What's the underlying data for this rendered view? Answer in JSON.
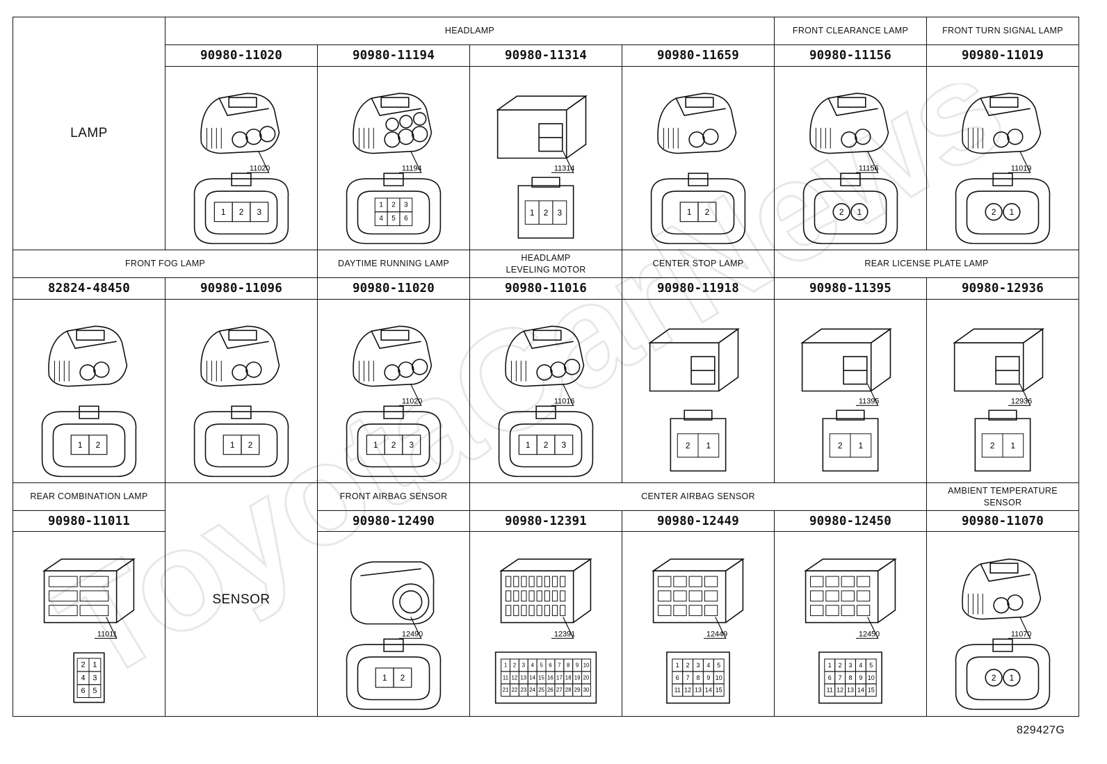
{
  "watermark": "ToyotaCarNews",
  "drawing_number": "829427G",
  "row_labels": {
    "lamp": "LAMP",
    "sensor": "SENSOR"
  },
  "groups": {
    "headlamp": "HEADLAMP",
    "front_clearance_lamp": "FRONT CLEARANCE LAMP",
    "front_turn_signal_lamp": "FRONT TURN SIGNAL LAMP",
    "front_fog_lamp": "FRONT FOG LAMP",
    "daytime_running_lamp": "DAYTIME RUNNING LAMP",
    "headlamp_leveling_motor": "HEADLAMP\nLEVELING MOTOR",
    "center_stop_lamp": "CENTER STOP LAMP",
    "rear_license_plate_lamp": "REAR LICENSE PLATE LAMP",
    "rear_combination_lamp": "REAR COMBINATION LAMP",
    "front_airbag_sensor": "FRONT AIRBAG SENSOR",
    "center_airbag_sensor": "CENTER AIRBAG SENSOR",
    "ambient_temperature_sensor": "AMBIENT TEMPERATURE\nSENSOR"
  },
  "connectors": [
    {
      "part": "90980-11020",
      "callout": "11020",
      "pins": [
        "1",
        "2",
        "3"
      ]
    },
    {
      "part": "90980-11194",
      "callout": "11194",
      "pins": [
        "1",
        "2",
        "3",
        "4",
        "5",
        "6"
      ]
    },
    {
      "part": "90980-11314",
      "callout": "11314",
      "pins": [
        "1",
        "2",
        "3"
      ]
    },
    {
      "part": "90980-11659",
      "callout": "",
      "pins": [
        "1",
        "2"
      ]
    },
    {
      "part": "90980-11156",
      "callout": "11156",
      "pins": [
        "2",
        "1"
      ]
    },
    {
      "part": "90980-11019",
      "callout": "11019",
      "pins": [
        "2",
        "1"
      ]
    },
    {
      "part": "82824-48450",
      "callout": "",
      "pins": [
        "1",
        "2"
      ]
    },
    {
      "part": "90980-11096",
      "callout": "",
      "pins": [
        "1",
        "2"
      ]
    },
    {
      "part": "90980-11020",
      "callout": "11020",
      "pins": [
        "1",
        "2",
        "3"
      ]
    },
    {
      "part": "90980-11016",
      "callout": "11016",
      "pins": [
        "1",
        "2",
        "3"
      ]
    },
    {
      "part": "90980-11918",
      "callout": "",
      "pins": [
        "2",
        "1"
      ]
    },
    {
      "part": "90980-11395",
      "callout": "11395",
      "pins": [
        "2",
        "1"
      ]
    },
    {
      "part": "90980-12936",
      "callout": "12936",
      "pins": [
        "2",
        "1"
      ]
    },
    {
      "part": "90980-11011",
      "callout": "11011",
      "pins": [
        "2",
        "1",
        "4",
        "3",
        "6",
        "5"
      ]
    },
    {
      "part": "90980-12490",
      "callout": "12490",
      "pins": [
        "1",
        "2"
      ]
    },
    {
      "part": "90980-12391",
      "callout": "12391",
      "pins": [
        "1",
        "2",
        "3",
        "4",
        "5",
        "6",
        "7",
        "8",
        "9",
        "10",
        "11",
        "12",
        "13",
        "14",
        "15",
        "16",
        "17",
        "18",
        "19",
        "20",
        "21",
        "22",
        "23",
        "24",
        "25",
        "26",
        "27",
        "28",
        "29",
        "30"
      ]
    },
    {
      "part": "90980-12449",
      "callout": "12449",
      "pins": [
        "1",
        "2",
        "3",
        "4",
        "5",
        "6",
        "7",
        "8",
        "9",
        "10",
        "11",
        "12",
        "13",
        "14",
        "15"
      ]
    },
    {
      "part": "90980-12450",
      "callout": "12450",
      "pins": [
        "1",
        "2",
        "3",
        "4",
        "5",
        "6",
        "7",
        "8",
        "9",
        "10",
        "11",
        "12",
        "13",
        "14",
        "15"
      ]
    },
    {
      "part": "90980-11070",
      "callout": "11070",
      "pins": [
        "2",
        "1"
      ]
    }
  ]
}
